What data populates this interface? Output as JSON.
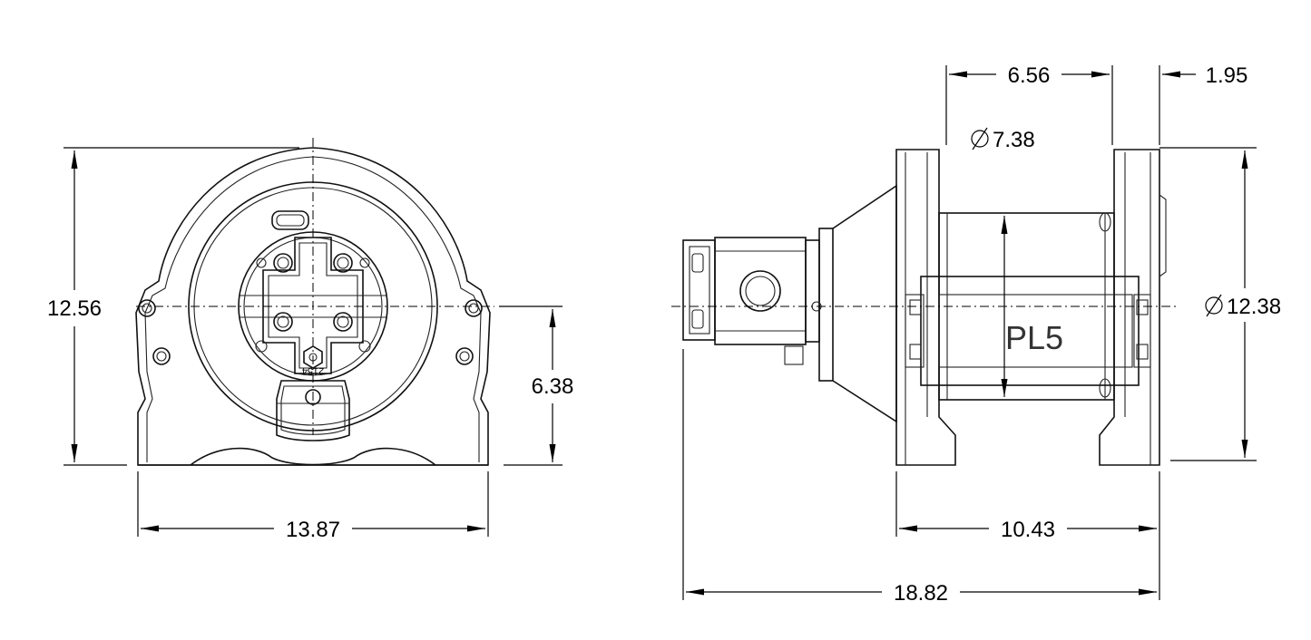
{
  "dimensions": {
    "front_height": "12.56",
    "front_center_height": "6.38",
    "front_width": "13.87",
    "side_drum_length": "6.56",
    "side_flange_offset": "1.95",
    "side_drum_diameter": "7.38",
    "side_flange_diameter": "12.38",
    "side_base_width": "10.43",
    "side_overall_length": "18.82"
  },
  "labels": {
    "model": "PL5",
    "part_stamp": "2154"
  }
}
